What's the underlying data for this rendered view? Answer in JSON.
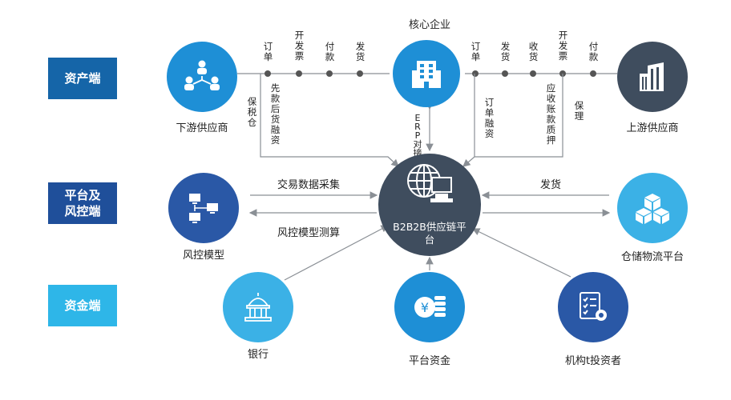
{
  "bands": {
    "asset": "资产端",
    "platform_line1": "平台及",
    "platform_line2": "风控端",
    "fund": "资金端"
  },
  "nodes": {
    "core": "核心企业",
    "downstream": "下游供应商",
    "upstream": "上游供应商",
    "risk_model": "风控模型",
    "warehouse": "仓储物流平台",
    "bank": "银行",
    "platform_fund": "平台资金",
    "institution": "机构t投资者",
    "center_line1": "B2B2B供应链平",
    "center_line2": "台"
  },
  "left_flow": {
    "order": "订单",
    "invoice": "开发票",
    "payment": "付款",
    "delivery": "发货",
    "bonded": "保税仓",
    "prepay": "先款后货融资"
  },
  "right_flow": {
    "order": "订单",
    "delivery": "发货",
    "receive": "收货",
    "invoice": "开发票",
    "payment": "付款",
    "order_finance": "订单融资",
    "receivable": "应收账款质押",
    "factoring": "保理"
  },
  "links": {
    "erp": "ERP对接",
    "collect": "交易数据采集",
    "measure": "风控模型测算",
    "ship": "发货"
  },
  "colors": {
    "band_dark": "#1565a8",
    "band_mid": "#1f4f9a",
    "band_light": "#2eb6e8",
    "node_blue": "#1e8fd6",
    "node_navy": "#2a58a6",
    "node_sky": "#3bb1e6",
    "node_dark": "#3f4d5e",
    "line": "#8a8f95"
  }
}
